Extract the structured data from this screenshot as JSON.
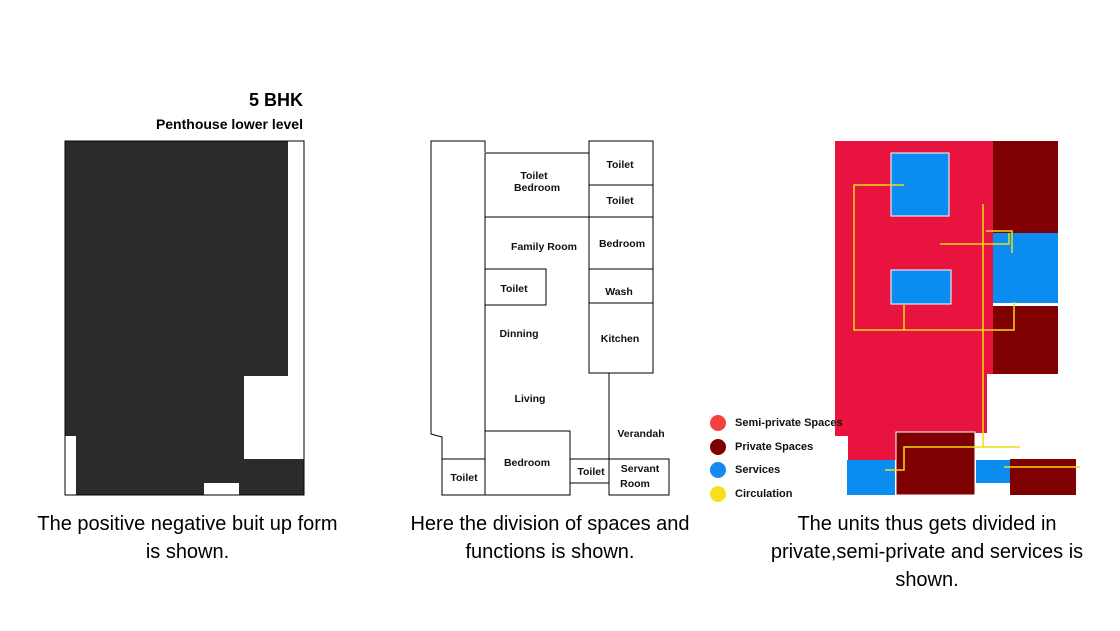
{
  "heading": {
    "title": "5 BHK",
    "subtitle": "Penthouse lower level"
  },
  "captions": {
    "left": "The positive negative buit up form is shown.",
    "middle": "Here the division of spaces and functions is shown.",
    "right": "The units thus gets divided in private,semi-private and services is shown."
  },
  "rooms": {
    "toilet_bedroom": [
      "Toilet",
      "Bedroom"
    ],
    "toilet_1": "Toilet",
    "toilet_2": "Toilet",
    "family_room": "Family Room",
    "bedroom_right": "Bedroom",
    "toilet_mid": "Toilet",
    "wash": "Wash",
    "dinning": "Dinning",
    "kitchen": "Kitchen",
    "living": "Living",
    "verandah": "Verandah",
    "bedroom_bottom": "Bedroom",
    "toilet_bottom_left": "Toilet",
    "toilet_bottom_right": "Toilet",
    "servant_room": [
      "Servant",
      "Room"
    ]
  },
  "legend": [
    {
      "label": "Semi-private Spaces",
      "color": "#f2413f"
    },
    {
      "label": "Private Spaces",
      "color": "#7e0000"
    },
    {
      "label": "Services",
      "color": "#1489f0"
    },
    {
      "label": "Circulation",
      "color": "#f5e01b"
    }
  ],
  "colors": {
    "built_form": "#2b2b2b",
    "semi_private": "#e8133f",
    "private": "#7e0000",
    "services": "#0a8cf0",
    "circulation": "#f0dc14"
  }
}
